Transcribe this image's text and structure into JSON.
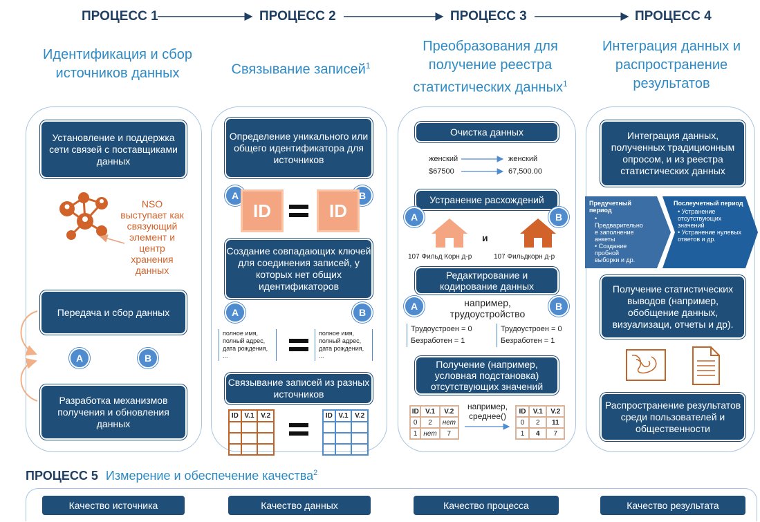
{
  "processes": [
    {
      "label": "ПРОЦЕСС 1",
      "subtitle": "Идентификация и сбор источников данных"
    },
    {
      "label": "ПРОЦЕСС 2",
      "subtitle": "Связывание записей",
      "sup": "1"
    },
    {
      "label": "ПРОЦЕСС 3",
      "subtitle": "Преобразования для получение реестра статистических данных",
      "sup": "1"
    },
    {
      "label": "ПРОЦЕСС 4",
      "subtitle": "Интеграция данных и распространение результатов"
    }
  ],
  "col1": {
    "box1": "Установление и поддержка сети связей с поставщиками данных",
    "nso": "NSO выступает как связующий элемент и центр хранения данных",
    "box2": "Передача и сбор данных",
    "a": "A",
    "b": "B",
    "box3": "Разработка механизмов получения и обновления данных"
  },
  "col2": {
    "box1": "Определение уникального или общего идентификатора для источников",
    "id_left": "ID",
    "id_right": "ID",
    "box2": "Создание совпадающих ключей для соединения записей, у которых нет общих идентификаторов",
    "fields_left": "полное имя, полный адрес, дата рождения, ...",
    "fields_right": "полное имя, полный адрес, дата рождения, ...",
    "box3": "Связывание записей из разных источников",
    "table_headers": [
      "ID",
      "V.1",
      "V.2"
    ],
    "a": "A",
    "b": "B"
  },
  "col3": {
    "clean": "Очистка данных",
    "female_left": "женский",
    "female_right": "женский",
    "money_left": "$67500",
    "money_right": "67,500.00",
    "discrepancy": "Устранение расхождений",
    "and": "и",
    "addr_left": "107 Фильд Корн д-р",
    "addr_right": "107 Фильдкорн д-р",
    "editing": "Редактирование и кодирование данных",
    "example": "например, трудоустройство",
    "emp_left_1": "Трудоустроен = 0",
    "emp_left_2": "Безработен = 1",
    "emp_right_1": "Трудоустроен = 0",
    "emp_right_2": "Безработен = 1",
    "impute": "Получение (например, условная подстановка) отсутствующих значений",
    "impute_example": "например, среднее()",
    "tbl_left": [
      [
        "ID",
        "V.1",
        "V.2"
      ],
      [
        "0",
        "2",
        "нет"
      ],
      [
        "1",
        "нет",
        "7"
      ]
    ],
    "tbl_right": [
      [
        "ID",
        "V.1",
        "V.2"
      ],
      [
        "0",
        "2",
        "11"
      ],
      [
        "1",
        "4",
        "7"
      ]
    ],
    "a": "A",
    "b": "B"
  },
  "col4": {
    "box1": "Интеграция данных, полученных традиционным опросом, и из реестра статистических данных",
    "pre_title": "Предучетный период",
    "pre_items": [
      "Предварительно е заполнение анкеты",
      "Создание пробной выборки и др."
    ],
    "post_title": "Послеучетный период",
    "post_items": [
      "Устранение отсутствующих значений",
      "Устранение нулевых ответов и др."
    ],
    "box2": "Получение статистических выводов (например, обобщение данных, визуализаци, отчеты и др).",
    "box3": "Распространение результатов среди пользователей и общественности"
  },
  "process5": {
    "label": "ПРОЦЕСС 5",
    "title": "Измерение и обеспечение качества",
    "sup": "2",
    "items": [
      "Качество источника",
      "Качество данных",
      "Качество процесса",
      "Качество результата"
    ]
  },
  "colors": {
    "dark": "#1f4e79",
    "accent": "#2e8ac4",
    "orange": "#d0622a",
    "circle": "#4e8bcf"
  }
}
